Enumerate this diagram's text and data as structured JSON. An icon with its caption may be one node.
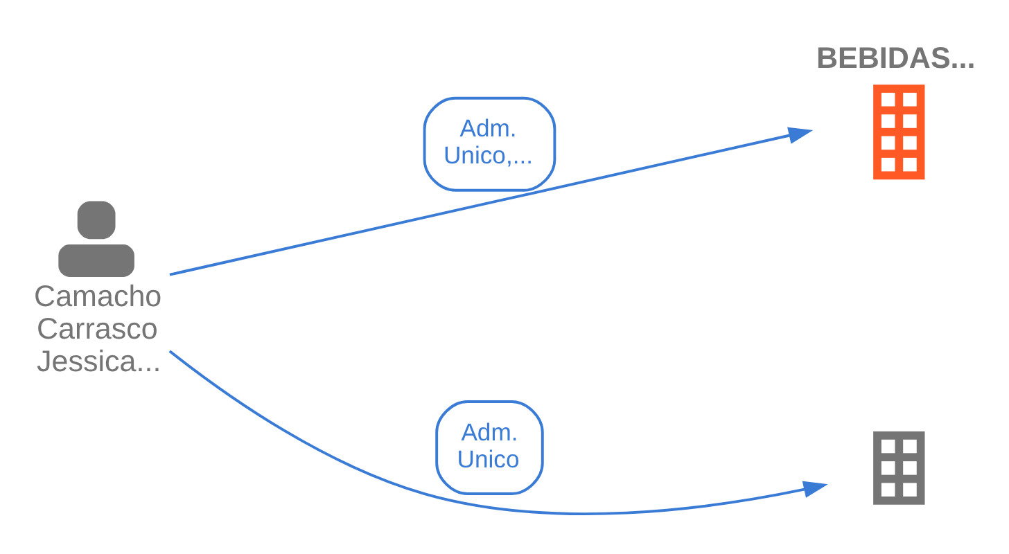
{
  "diagram": {
    "nodes": [
      {
        "text": [
          "BEBIDAS..."
        ]
      },
      {
        "text": [
          "Camacho Carrasco Jessica..."
        ]
      },
      {
        "text": [],
        "shape": "building"
      }
    ],
    "edges": [
      {
        "from": 1,
        "to": 0,
        "arrow": "to",
        "label": "Adm. Unico,..."
      },
      {
        "from": 1,
        "to": 2,
        "arrow": "to",
        "label": "Adm. Unico"
      }
    ]
  }
}
